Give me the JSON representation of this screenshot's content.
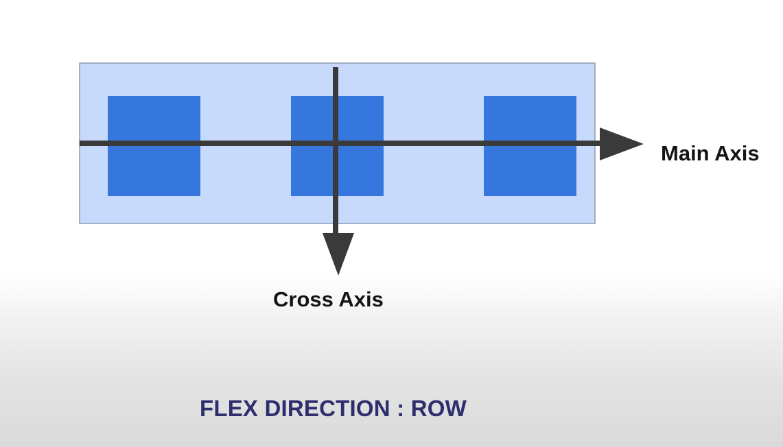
{
  "labels": {
    "main_axis": "Main Axis",
    "cross_axis": "Cross Axis",
    "caption": "FLEX DIRECTION : ROW"
  },
  "colors": {
    "container_fill": "#c8dafb",
    "container_border": "#8e9bb0",
    "item_fill": "#3677de",
    "axis_stroke": "#3a3a3a",
    "caption_text": "#2e2d6e"
  },
  "flex": {
    "direction": "row",
    "item_count": 3
  }
}
